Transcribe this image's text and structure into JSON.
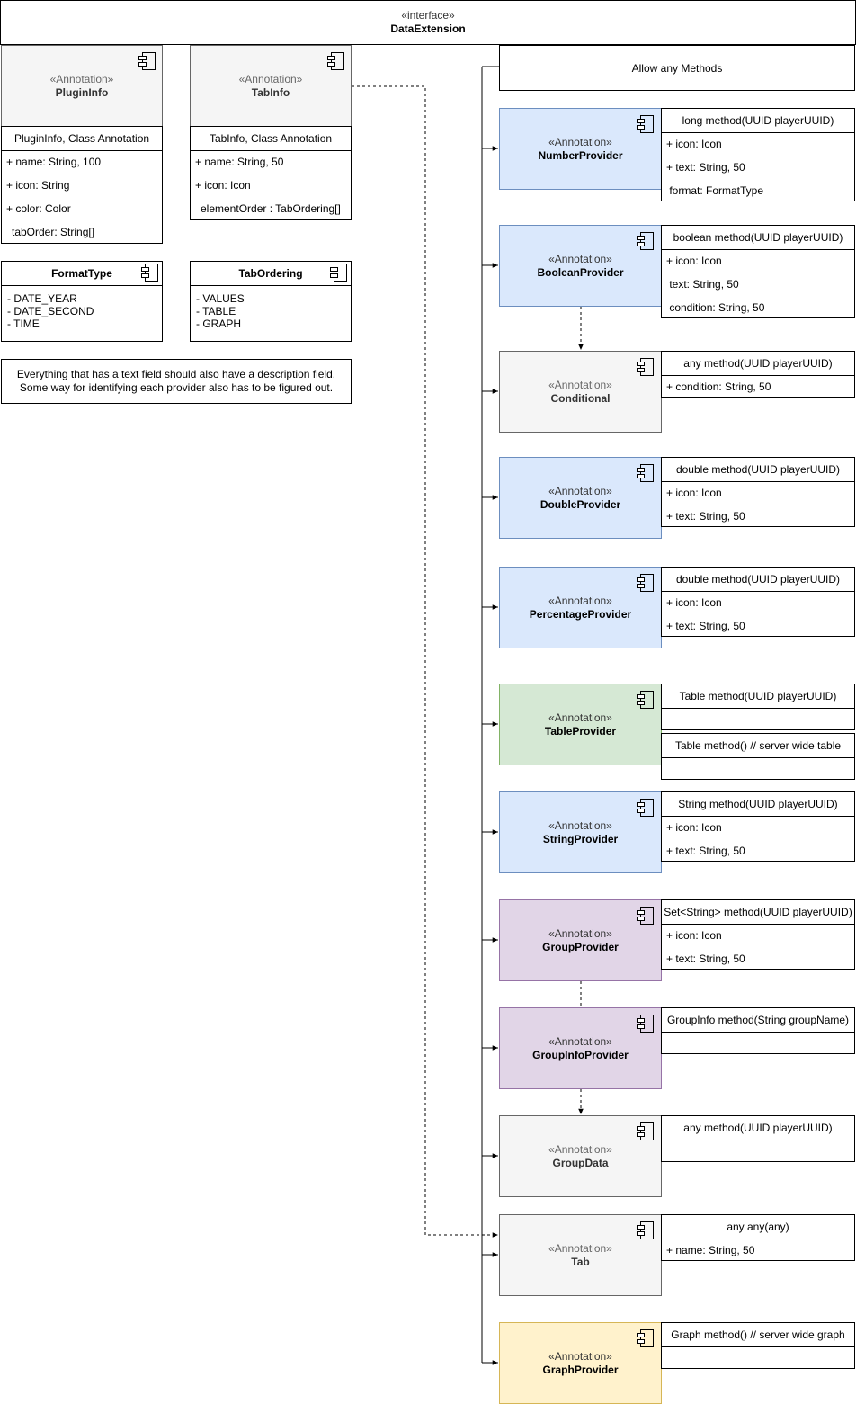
{
  "interface": {
    "stereotype": "«interface»",
    "name": "DataExtension"
  },
  "allow": "Allow any Methods",
  "plugin_info": {
    "stereotype": "«Annotation»",
    "name": "PluginInfo",
    "method": "PluginInfo, Class Annotation",
    "fields": [
      "+ name: String, 100",
      "+ icon: String",
      "+ color: Color",
      "tabOrder: String[]"
    ]
  },
  "tab_info": {
    "stereotype": "«Annotation»",
    "name": "TabInfo",
    "method": "TabInfo, Class Annotation",
    "fields": [
      "+ name: String, 50",
      "+ icon: Icon",
      "elementOrder : TabOrdering[]"
    ]
  },
  "format_type": {
    "name": "FormatType",
    "values": [
      "- DATE_YEAR",
      "- DATE_SECOND",
      "- TIME"
    ]
  },
  "tab_ordering": {
    "name": "TabOrdering",
    "values": [
      "- VALUES",
      "- TABLE",
      "- GRAPH"
    ]
  },
  "note": {
    "line1": "Everything that has a text field should also have a description field.",
    "line2": "Some way for identifying each provider also has to be figured out."
  },
  "colors": {
    "blue_fill": "#dae8fc",
    "blue_stroke": "#6c8ebf",
    "green_fill": "#d5e8d4",
    "green_stroke": "#82b366",
    "purple_fill": "#e1d5e7",
    "purple_stroke": "#9673a6",
    "gray_fill": "#f5f5f5",
    "gray_stroke": "#666666",
    "yellow_fill": "#fff2cc",
    "yellow_stroke": "#d6b656"
  },
  "providers": [
    {
      "stereotype": "«Annotation»",
      "name": "NumberProvider",
      "method": "long method(UUID playerUUID)",
      "fields": [
        "+ icon: Icon",
        "+ text: String, 50",
        " format: FormatType"
      ]
    },
    {
      "stereotype": "«Annotation»",
      "name": "BooleanProvider",
      "method": "boolean method(UUID playerUUID)",
      "fields": [
        "+ icon: Icon",
        " text: String, 50",
        " condition: String, 50"
      ]
    },
    {
      "stereotype": "«Annotation»",
      "name": "Conditional",
      "method": "any method(UUID playerUUID)",
      "fields": [
        "+ condition: String, 50"
      ]
    },
    {
      "stereotype": "«Annotation»",
      "name": "DoubleProvider",
      "method": "double method(UUID playerUUID)",
      "fields": [
        "+ icon: Icon",
        "+ text: String, 50"
      ]
    },
    {
      "stereotype": "«Annotation»",
      "name": "PercentageProvider",
      "method": "double method(UUID playerUUID)",
      "fields": [
        "+ icon: Icon",
        "+ text: String, 50"
      ]
    },
    {
      "stereotype": "«Annotation»",
      "name": "TableProvider",
      "method": "Table method(UUID playerUUID)",
      "method2": "Table method() // server wide table",
      "fields": []
    },
    {
      "stereotype": "«Annotation»",
      "name": "StringProvider",
      "method": "String method(UUID playerUUID)",
      "fields": [
        "+ icon: Icon",
        "+ text: String, 50"
      ]
    },
    {
      "stereotype": "«Annotation»",
      "name": "GroupProvider",
      "method": "Set<String> method(UUID playerUUID)",
      "fields": [
        "+ icon: Icon",
        "+ text: String, 50"
      ]
    },
    {
      "stereotype": "«Annotation»",
      "name": "GroupInfoProvider",
      "method": "GroupInfo method(String groupName)",
      "fields": []
    },
    {
      "stereotype": "«Annotation»",
      "name": "GroupData",
      "method": "any method(UUID playerUUID)",
      "fields": []
    },
    {
      "stereotype": "«Annotation»",
      "name": "Tab",
      "method": "any any(any)",
      "fields": [
        "+ name: String, 50"
      ]
    },
    {
      "stereotype": "«Annotation»",
      "name": "GraphProvider",
      "method": "Graph method() // server wide graph",
      "fields": []
    }
  ]
}
